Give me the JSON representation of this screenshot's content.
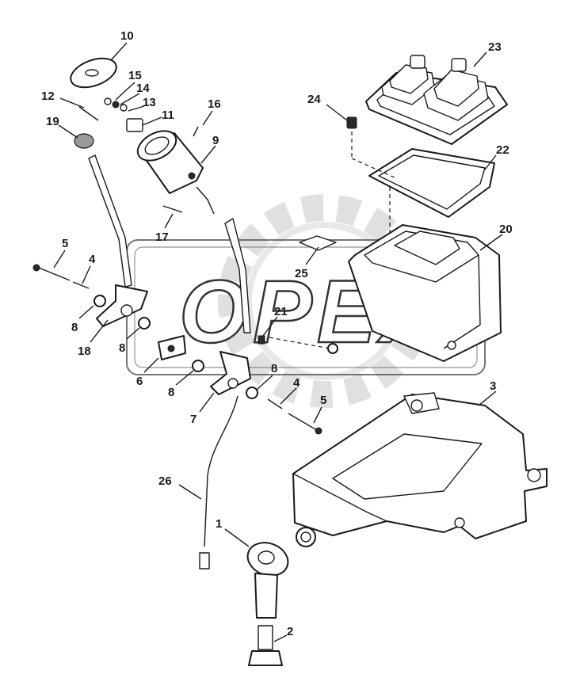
{
  "watermark": {
    "text": "OPEX",
    "color": "#c8c8c8"
  },
  "callouts": [
    {
      "id": "c1",
      "number": "1"
    },
    {
      "id": "c2",
      "number": "2"
    },
    {
      "id": "c3",
      "number": "3"
    },
    {
      "id": "c4a",
      "number": "4"
    },
    {
      "id": "c4b",
      "number": "4"
    },
    {
      "id": "c5a",
      "number": "5"
    },
    {
      "id": "c5b",
      "number": "5"
    },
    {
      "id": "c6",
      "number": "6"
    },
    {
      "id": "c7",
      "number": "7"
    },
    {
      "id": "c8a",
      "number": "8"
    },
    {
      "id": "c8b",
      "number": "8"
    },
    {
      "id": "c8c",
      "number": "8"
    },
    {
      "id": "c8d",
      "number": "8"
    },
    {
      "id": "c9",
      "number": "9"
    },
    {
      "id": "c10",
      "number": "10"
    },
    {
      "id": "c11",
      "number": "11"
    },
    {
      "id": "c12",
      "number": "12"
    },
    {
      "id": "c13",
      "number": "13"
    },
    {
      "id": "c14",
      "number": "14"
    },
    {
      "id": "c15",
      "number": "15"
    },
    {
      "id": "c16",
      "number": "16"
    },
    {
      "id": "c17",
      "number": "17"
    },
    {
      "id": "c18",
      "number": "18"
    },
    {
      "id": "c19",
      "number": "19"
    },
    {
      "id": "c20",
      "number": "20"
    },
    {
      "id": "c21",
      "number": "21"
    },
    {
      "id": "c22",
      "number": "22"
    },
    {
      "id": "c23",
      "number": "23"
    },
    {
      "id": "c24",
      "number": "24"
    },
    {
      "id": "c25",
      "number": "25"
    },
    {
      "id": "c26",
      "number": "26"
    }
  ]
}
